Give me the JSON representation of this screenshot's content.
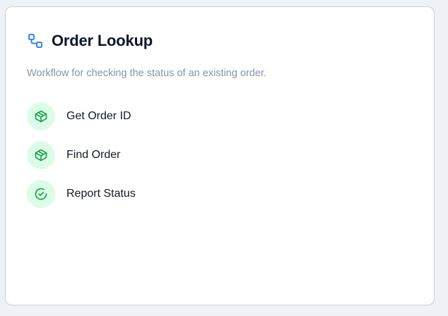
{
  "card": {
    "title": "Order Lookup",
    "title_icon": "workflow-icon",
    "description": "Workflow for checking the status of an existing order."
  },
  "steps": [
    {
      "label": "Get Order ID",
      "icon": "package-icon"
    },
    {
      "label": "Find Order",
      "icon": "package-icon"
    },
    {
      "label": "Report Status",
      "icon": "check-circle-icon"
    }
  ],
  "colors": {
    "accent_blue": "#3b82f6",
    "step_green": "#16a34a",
    "step_bg": "#dcfce7",
    "muted_text": "#8a94a6"
  }
}
